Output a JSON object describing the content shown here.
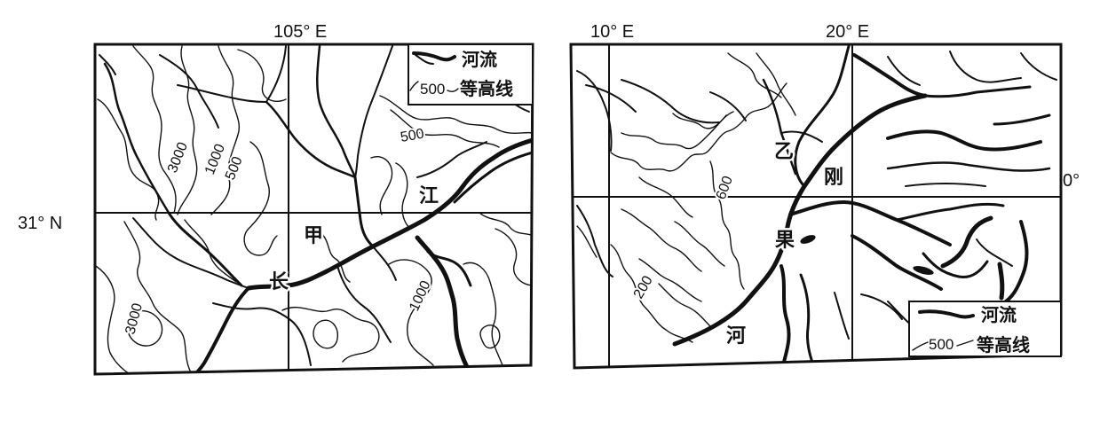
{
  "left_map": {
    "longitude_label": "105° E",
    "latitude_label": "31° N",
    "legend": {
      "river": "河流",
      "contour_value": "500",
      "contour": "等高线"
    },
    "contour_labels": [
      "3000",
      "1000",
      "500",
      "500",
      "1000",
      "3000"
    ],
    "place_labels": [
      "江",
      "甲",
      "长"
    ]
  },
  "right_map": {
    "longitude_labels": [
      "10° E",
      "20° E"
    ],
    "latitude_label": "0°",
    "legend": {
      "river": "河流",
      "contour_value": "500",
      "contour": "等高线"
    },
    "contour_labels": [
      "600",
      "200"
    ],
    "place_labels": [
      "乙",
      "刚",
      "果",
      "河"
    ]
  },
  "colors": {
    "ink": "#111111",
    "paper": "#ffffff"
  }
}
